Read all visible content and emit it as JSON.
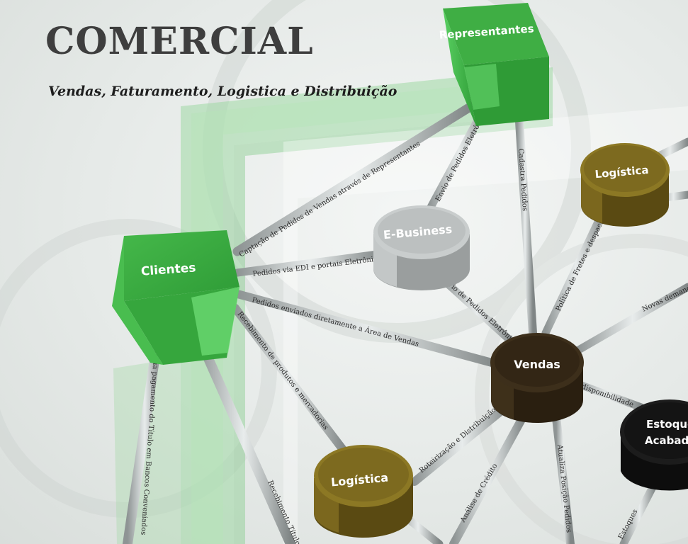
{
  "header": {
    "title": "COMERCIAL",
    "subtitle": "Vendas, Faturamento, Logistica e Distribuição"
  },
  "nodes": {
    "representantes": "Representantes",
    "clientes": "Clientes",
    "ebusiness": "E-Business",
    "logistica_top": "Logística",
    "vendas": "Vendas",
    "logistica_bottom": "Logística",
    "estoques_line1": "Estoque",
    "estoques_line2": "Acabad"
  },
  "connections": {
    "captacao_representantes": "Captação de Pedidos de Vendas através de Representantes",
    "envio_eletronicos": "Envio de Pedidos Eletrônicos",
    "cadastra_pedidos": "Cadastra Pedidos",
    "pedidos_edi": "Pedidos via EDI e portais Eletrônicos",
    "envio_pedidos": "Envio de Pedidos Eletrônicos",
    "pedidos_enviados": "Pedidos enviados diretamente a Área de Vendas",
    "recebimento_produtos": "Recebimento de produtos e mercadorias",
    "efetua_pagamento": "Efetua pagamento do Título em Bancos Conveniados",
    "recebimento_titulos": "Recebimento Títulos",
    "roteirizacao": "Roteirização e Distribuição",
    "analise_credito": "Análise de Crédito",
    "atualiza_posicao": "Atualiza Posição Pedidos",
    "disponibilidade": "disponibilidade",
    "politica_fretes": "Política de Fretes e despachos",
    "novas_demandas": "Novas demandas e necessidades",
    "estoques": "Estoques"
  }
}
